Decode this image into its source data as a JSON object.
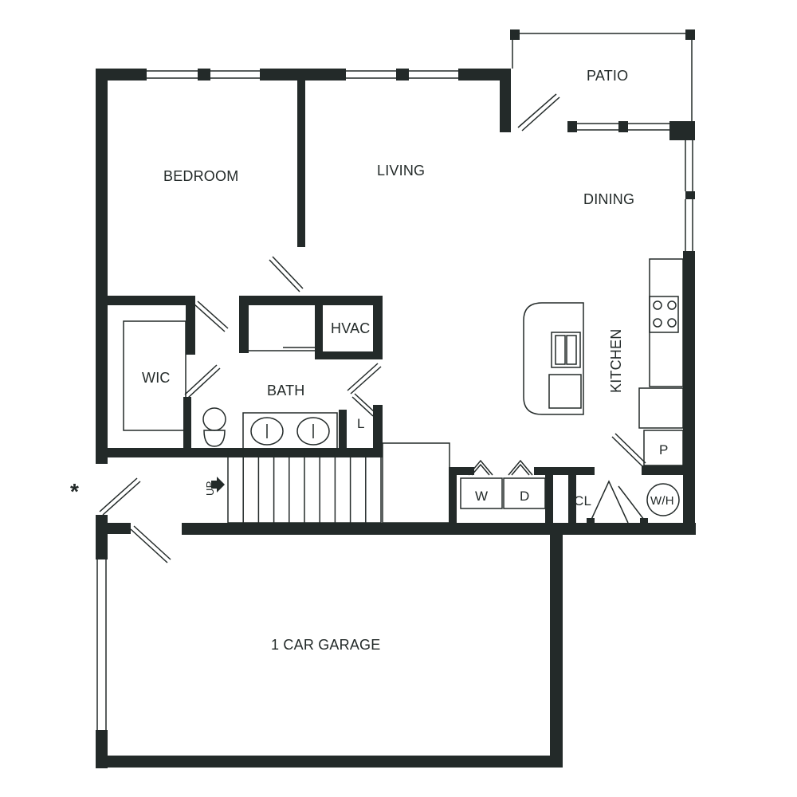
{
  "rooms": {
    "bedroom": "BEDROOM",
    "living": "LIVING",
    "patio": "PATIO",
    "dining": "DINING",
    "kitchen": "KITCHEN",
    "hvac": "HVAC",
    "wic": "WIC",
    "bath": "BATH",
    "linen": "L",
    "washer": "W",
    "dryer": "D",
    "closet": "CL",
    "water_heater": "W/H",
    "pantry": "P",
    "garage": "1 CAR GARAGE"
  },
  "stairs": {
    "label": "UP",
    "tread_count": 10
  },
  "entry_marker": "*",
  "colors": {
    "wall": "#232a29",
    "background": "#ffffff"
  }
}
